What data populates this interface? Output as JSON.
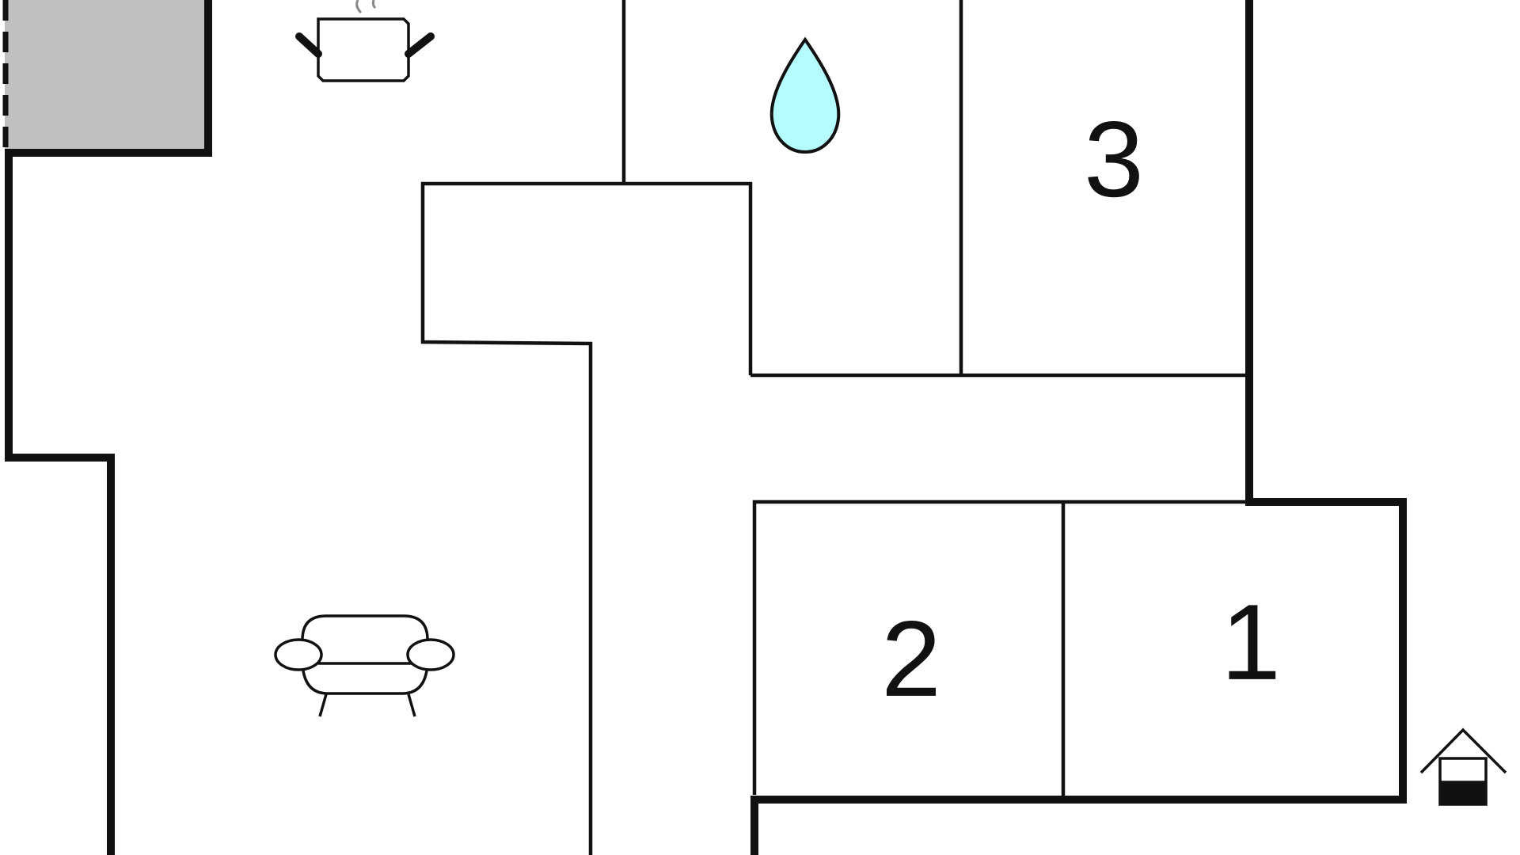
{
  "rooms": [
    {
      "id": "room-1",
      "label": "1"
    },
    {
      "id": "room-2",
      "label": "2"
    },
    {
      "id": "room-3",
      "label": "3"
    }
  ],
  "icons": {
    "kitchen": "cooking-pot-icon",
    "bathroom": "water-drop-icon",
    "living": "sofa-icon",
    "entrance": "entrance-house-icon"
  },
  "colors": {
    "wall": "#111111",
    "terrace": "#c0c0c2",
    "water": "#b5fcff"
  }
}
